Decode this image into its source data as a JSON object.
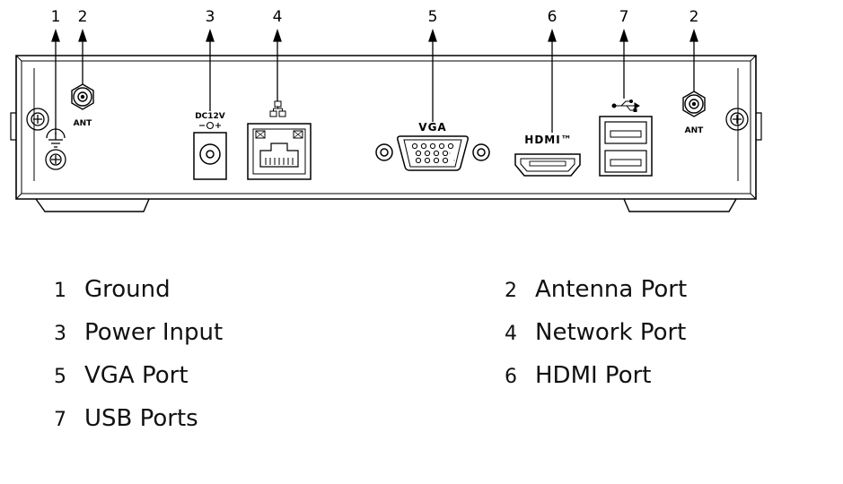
{
  "callouts": {
    "c1": "1",
    "c2a": "2",
    "c3": "3",
    "c4": "4",
    "c5": "5",
    "c6": "6",
    "c7": "7",
    "c2b": "2"
  },
  "port_labels": {
    "ant_left": "ANT",
    "ant_right": "ANT",
    "dc": "DC12V",
    "vga": "VGA",
    "hdmi": "HDMI™"
  },
  "legend": [
    {
      "num": "1",
      "label": "Ground"
    },
    {
      "num": "2",
      "label": "Antenna Port"
    },
    {
      "num": "3",
      "label": "Power Input"
    },
    {
      "num": "4",
      "label": "Network Port"
    },
    {
      "num": "5",
      "label": "VGA Port"
    },
    {
      "num": "6",
      "label": "HDMI Port"
    },
    {
      "num": "7",
      "label": "USB Ports"
    }
  ],
  "colors": {
    "line": "#000000",
    "background": "#ffffff"
  }
}
